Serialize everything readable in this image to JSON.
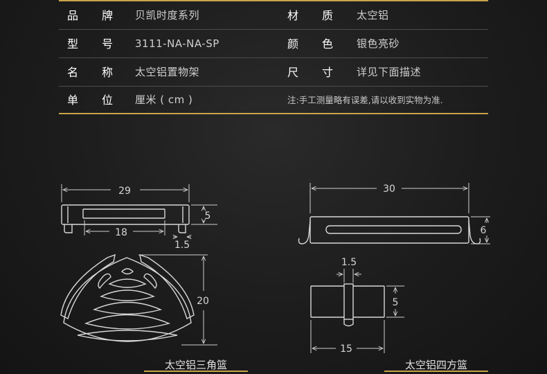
{
  "specs": {
    "rows": [
      {
        "k1": "品牌",
        "v1": "贝凯时度系列",
        "k2": "材质",
        "v2": "太空铝"
      },
      {
        "k1": "型号",
        "v1": "3111-NA-NA-SP",
        "k2": "颜色",
        "v2": "银色亮砂"
      },
      {
        "k1": "名称",
        "v1": "太空铝置物架",
        "k2": "尺寸",
        "v2": "详见下面描述"
      },
      {
        "k1": "单位",
        "v1": "厘米 ( cm )",
        "note": "注:手工测量略有误差,请以收到实物为准."
      }
    ]
  },
  "diagram": {
    "triangle": {
      "width": "29",
      "inner_width": "18",
      "height": "5",
      "hook": "1.5",
      "depth": "20",
      "caption": "太空铝三角篮"
    },
    "square": {
      "width": "30",
      "height": "6",
      "hook": "1.5",
      "depth": "5",
      "length": "15",
      "caption": "太空铝四方篮"
    }
  },
  "colors": {
    "accent": "#c9a54a",
    "line": "#d8d8d8",
    "background": "#1c1c1c"
  }
}
